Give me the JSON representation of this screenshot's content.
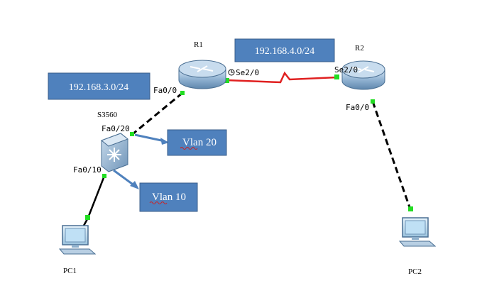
{
  "devices": {
    "r1": {
      "name": "R1"
    },
    "r2": {
      "name": "R2"
    },
    "switch": {
      "name": "S3560"
    },
    "pc1": {
      "name": "PC1"
    },
    "pc2": {
      "name": "PC2"
    }
  },
  "ports": {
    "r1_fa00": "Fa0/0",
    "r1_se20": "Se2/0",
    "r2_se20": "Se2/0",
    "r2_fa00": "Fa0/0",
    "sw_fa020": "Fa0/20",
    "sw_fa010": "Fa0/10"
  },
  "networks": {
    "net_3": "192.168.3.0/24",
    "net_4": "192.168.4.0/24"
  },
  "vlans": {
    "vlan20": "Vlan 20",
    "vlan10": "Vlan 10"
  },
  "colors": {
    "box_fill": "#4f81bd",
    "box_stroke": "#385d8a",
    "serial_link": "#e02020",
    "ethernet_link": "#000000",
    "link_dot": "#22dd22"
  }
}
